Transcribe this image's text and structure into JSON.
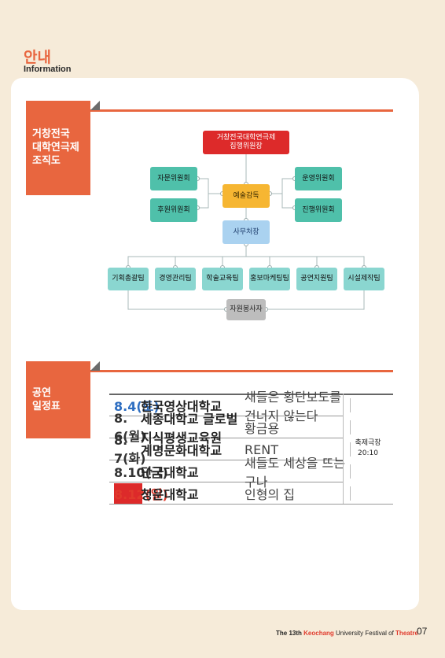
{
  "header": {
    "title_kr": "안내",
    "title_en": "Information"
  },
  "org": {
    "banner": [
      "거창전국",
      "대학연극제",
      "조직도"
    ],
    "top": [
      "거창전국대학연극제",
      "집행위원장"
    ],
    "left": [
      "자문위원회",
      "후원위원회"
    ],
    "right": [
      "운영위원회",
      "진행위원회"
    ],
    "center": "예술감독",
    "office": "사무처장",
    "teams": [
      "기획총괄팀",
      "경영관리팀",
      "학술교육팀",
      "홍보마케팅팀",
      "공연지원팀",
      "시설제작팀"
    ],
    "volunteer": "자원봉사자"
  },
  "schedule": {
    "banner": [
      "공연",
      "일정표"
    ],
    "rows": [
      {
        "date": "8.4(토)",
        "school": "한국영상대학교",
        "play": "새들은 횡단보도를 건너지 않는다",
        "color": "#2e6ec1"
      },
      {
        "date": "8. 6(월)",
        "school": "세종대학교 글로벌지식평생교육원",
        "play": "황금용",
        "color": "#333333"
      },
      {
        "date": "8. 7(화)",
        "school": "계명문화대학교",
        "play": "RENT",
        "color": "#333333"
      },
      {
        "date": "8.10(금)",
        "school": "단국대학교",
        "play": "새들도 세상을 뜨는구나",
        "color": "#333333"
      },
      {
        "date": "8.12(일)",
        "school": "청운대학교",
        "play": "인형의 집",
        "color": "#e03a2c"
      }
    ],
    "venue": "축제극장",
    "time": "20:10"
  },
  "footer": {
    "prefix": "The 13th ",
    "keochang": "Keochang",
    "middle": " University Festival of ",
    "theatre": "Theatre",
    "page": "07"
  }
}
